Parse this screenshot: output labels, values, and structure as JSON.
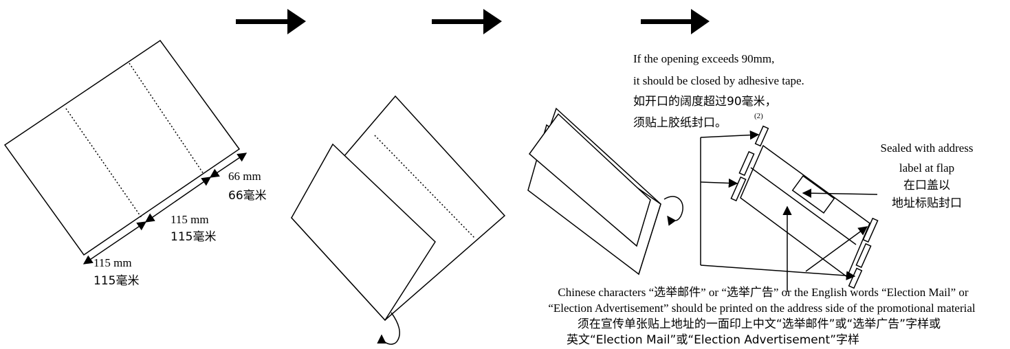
{
  "step1": {
    "dim_66": {
      "mm": "66 mm",
      "cn": "66毫米"
    },
    "dim_115_a": {
      "mm": "115 mm",
      "cn": "115毫米"
    },
    "dim_115_b": {
      "mm": "115 mm",
      "cn": "115毫米"
    }
  },
  "step4": {
    "opening_note": [
      "If the opening exceeds 90mm,",
      "it should be closed by adhesive tape.",
      "如开口的阔度超过90毫米，",
      "须贴上胶纸封口。"
    ],
    "footnote_ref": "(2)",
    "sealed_note": [
      "Sealed with address",
      "label at flap",
      "在口盖以",
      "地址标贴封口"
    ]
  },
  "caption": [
    "Chinese characters “选举邮件” or “选举广告” or the English words “Election Mail” or",
    "“Election Advertisement” should be printed on the address side of the promotional material",
    "须在宣传单张贴上地址的一面印上中文“选举邮件”或“选举广告”字样或",
    "英文“Election Mail”或“Election Advertisement”字样"
  ]
}
